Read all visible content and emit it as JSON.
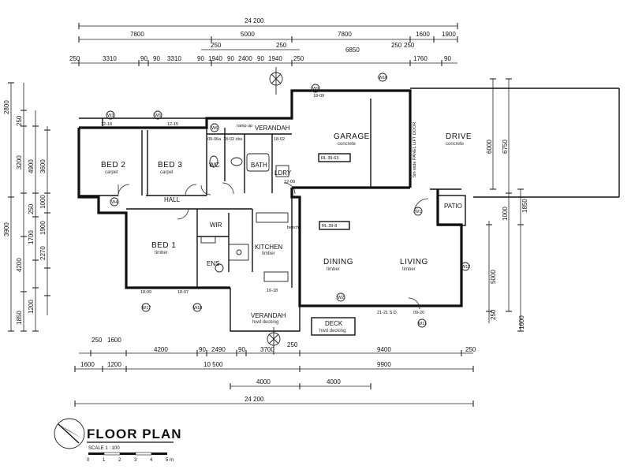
{
  "title": "FLOOR PLAN",
  "scale": "SCALE 1 : 100",
  "scale_ticks": [
    "0",
    "1",
    "2",
    "3",
    "4",
    "5 m"
  ],
  "rooms": {
    "bed2": {
      "name": "BED 2",
      "finish": "carpet"
    },
    "bed3": {
      "name": "BED 3",
      "finish": "carpet"
    },
    "bed1": {
      "name": "BED 1",
      "finish": "timber"
    },
    "garage": {
      "name": "GARAGE",
      "finish": "concrete"
    },
    "drive": {
      "name": "DRIVE",
      "finish": "concrete"
    },
    "kitchen": {
      "name": "KITCHEN",
      "finish": "timber"
    },
    "dining": {
      "name": "DINING",
      "finish": "timber"
    },
    "living": {
      "name": "LIVING",
      "finish": "timber"
    },
    "hall": {
      "name": "HALL"
    },
    "wc": {
      "name": "WC"
    },
    "bath": {
      "name": "BATH"
    },
    "ldry": {
      "name": "LDRY"
    },
    "ens": {
      "name": "ENS"
    },
    "wir": {
      "name": "WIR"
    },
    "verandah_top": {
      "name": "VERANDAH"
    },
    "verandah_bottom": {
      "name": "VERANDAH",
      "finish": "hwd decking"
    },
    "deck": {
      "name": "DECK",
      "finish": "hwd decking"
    },
    "patio": {
      "name": "PATIO"
    }
  },
  "levels": {
    "garage_rl": "RL 39-63",
    "dining_rl": "RL 39-8"
  },
  "notes": {
    "ramp": "ramp up",
    "robe": "18-02 cbs",
    "garage_door": "5m wide PANEL LIFT DOOR",
    "bench": "bench",
    "sliding_door": "21-21 S.D.",
    "sliding_door2": "09-20"
  },
  "window_tags": {
    "w3": "W3",
    "w5": "W5",
    "w6": "W6",
    "w9": "W9",
    "w10": "W10",
    "w11": "W11",
    "w12": "W12",
    "w17": "W17",
    "w18": "W18",
    "w4": "W4",
    "w1": "W1",
    "w2": "W2"
  },
  "window_sizes": {
    "bed2": "12-18",
    "bed3": "12-15",
    "garage": "18-09",
    "bed1": "18-09",
    "wir": "18-07",
    "kitchen": "16-18",
    "wc": "09-06a",
    "bath": "18-02",
    "ldry": "12-09"
  },
  "dims_top": {
    "overall": "24 200",
    "row2": [
      "7800",
      "5000",
      "7800",
      "1600",
      "1900"
    ],
    "row3_left": [
      "250",
      "3310",
      "90",
      "90",
      "3310"
    ],
    "row3_mid": [
      "90",
      "1940",
      "90",
      "2400",
      "90",
      "1940"
    ],
    "row3_right": [
      "250",
      "6850",
      "250",
      "1760",
      "90"
    ],
    "small": [
      "250",
      "250",
      "250"
    ]
  },
  "dims_bottom": {
    "row1": [
      "250",
      "1600",
      "4200",
      "90",
      "2490",
      "90",
      "3700",
      "250",
      "9400",
      "250"
    ],
    "row2": [
      "1600",
      "1200",
      "10 500",
      "9900"
    ],
    "row3": [
      "4000",
      "4000"
    ],
    "overall": "24 200"
  },
  "dims_left": [
    "2800",
    "250",
    "3200",
    "4900",
    "3600",
    "250",
    "4200",
    "2270",
    "1700",
    "1900",
    "1000",
    "1850",
    "3900",
    "1200"
  ],
  "dims_right": [
    "6000",
    "6750",
    "1850",
    "1000",
    "5000",
    "250",
    "1600"
  ]
}
